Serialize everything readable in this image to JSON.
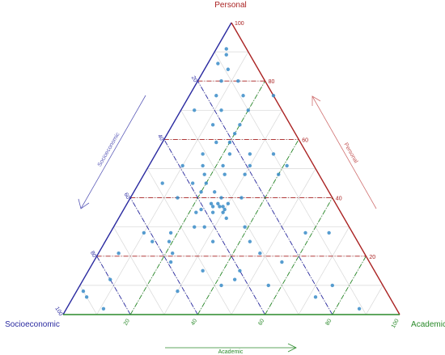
{
  "chart_data": {
    "type": "scatter",
    "subtype": "ternary",
    "axes": {
      "top": {
        "label": "Personal",
        "color": "#aa2222"
      },
      "left": {
        "label": "Socioeconomic",
        "color": "#2a2aa0"
      },
      "right": {
        "label": "Academic",
        "color": "#2a8a2a"
      }
    },
    "arrow_labels": {
      "left": "Socioeconomic",
      "right": "Personal",
      "bottom": "Academic"
    },
    "ticks": {
      "personal": [
        "20",
        "40",
        "60",
        "80",
        "100"
      ],
      "socioeconomic": [
        "20",
        "40",
        "60",
        "80",
        "100"
      ],
      "academic": [
        "20",
        "40",
        "60",
        "80",
        "100"
      ]
    },
    "range": [
      0,
      100
    ],
    "grid": true,
    "colors": {
      "personal": "#aa2222",
      "socioeconomic": "#2a2aa0",
      "academic": "#2a8a2a",
      "point": "#3a8cc8",
      "grid": "#d8d8d8"
    },
    "points_note": "Each point: [personal, academic] in percent; socioeconomic = 100 - personal - academic",
    "points": [
      [
        91,
        3
      ],
      [
        89,
        4
      ],
      [
        86,
        3
      ],
      [
        84,
        7
      ],
      [
        80,
        7
      ],
      [
        80,
        12
      ],
      [
        75,
        8
      ],
      [
        75,
        16
      ],
      [
        75,
        25
      ],
      [
        70,
        4
      ],
      [
        70,
        12
      ],
      [
        70,
        20
      ],
      [
        65,
        12
      ],
      [
        65,
        20
      ],
      [
        62,
        20
      ],
      [
        59,
        16
      ],
      [
        59,
        20
      ],
      [
        55,
        14
      ],
      [
        55,
        22
      ],
      [
        55,
        28
      ],
      [
        55,
        35
      ],
      [
        51,
        10
      ],
      [
        51,
        16
      ],
      [
        51,
        22
      ],
      [
        51,
        30
      ],
      [
        51,
        41
      ],
      [
        48,
        18
      ],
      [
        48,
        24
      ],
      [
        48,
        30
      ],
      [
        48,
        40
      ],
      [
        45,
        7
      ],
      [
        45,
        16
      ],
      [
        45,
        20
      ],
      [
        42,
        20
      ],
      [
        42,
        24
      ],
      [
        40,
        14
      ],
      [
        40,
        27
      ],
      [
        40,
        33
      ],
      [
        38,
        25
      ],
      [
        38,
        27
      ],
      [
        38,
        30
      ],
      [
        37,
        26
      ],
      [
        37,
        28
      ],
      [
        37,
        29
      ],
      [
        36,
        23
      ],
      [
        36,
        30
      ],
      [
        35,
        22
      ],
      [
        35,
        27
      ],
      [
        35,
        30
      ],
      [
        33,
        32
      ],
      [
        30,
        24
      ],
      [
        30,
        27
      ],
      [
        30,
        39
      ],
      [
        28,
        10
      ],
      [
        28,
        18
      ],
      [
        28,
        58
      ],
      [
        28,
        65
      ],
      [
        25,
        14
      ],
      [
        25,
        19
      ],
      [
        25,
        32
      ],
      [
        25,
        43
      ],
      [
        21,
        6
      ],
      [
        21,
        22
      ],
      [
        21,
        48
      ],
      [
        18,
        23
      ],
      [
        18,
        56
      ],
      [
        15,
        34
      ],
      [
        15,
        45
      ],
      [
        12,
        8
      ],
      [
        12,
        45
      ],
      [
        10,
        42
      ],
      [
        10,
        56
      ],
      [
        10,
        75
      ],
      [
        8,
        2
      ],
      [
        8,
        30
      ],
      [
        6,
        4
      ],
      [
        6,
        72
      ],
      [
        2,
        11
      ],
      [
        2,
        87
      ]
    ]
  }
}
